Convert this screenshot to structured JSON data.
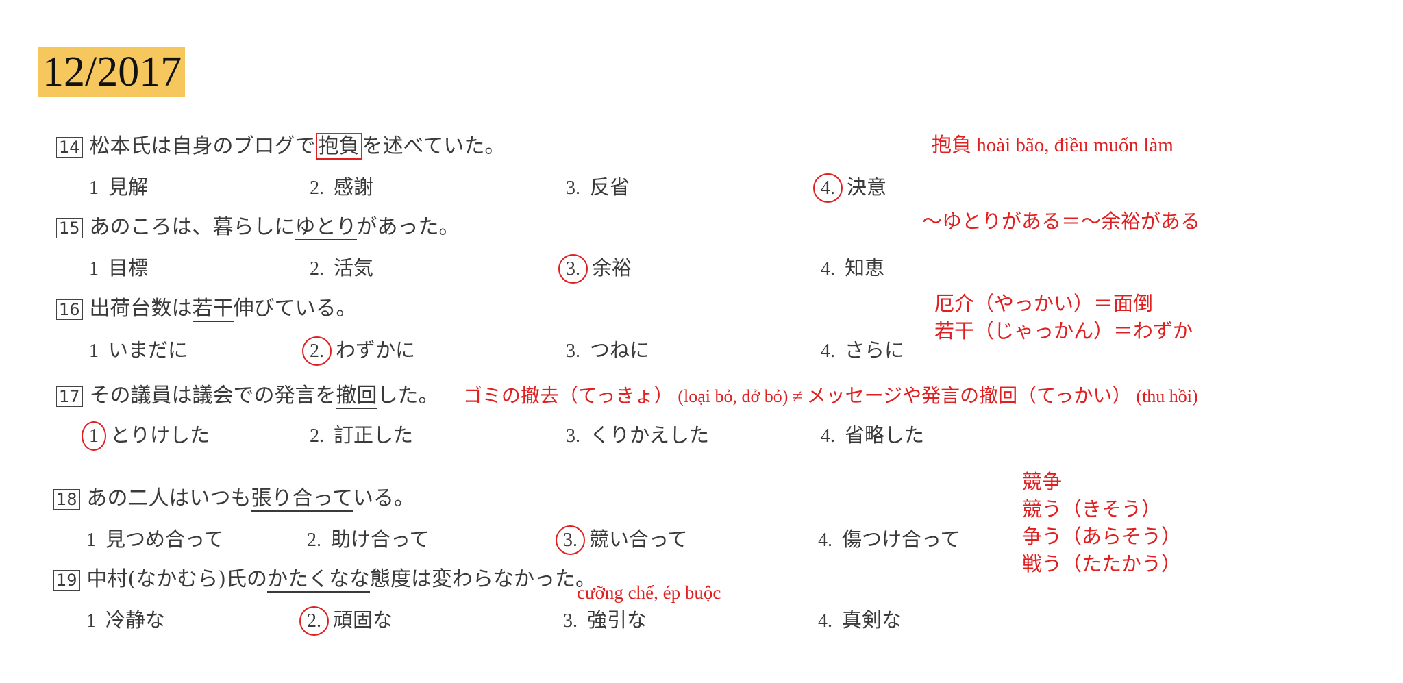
{
  "date_label": "12/2017",
  "questions": [
    {
      "num": "14",
      "pre": "松本氏は自身のブログで",
      "target": "抱負",
      "post": "を述べていた。",
      "options": [
        {
          "n": "1",
          "t": "見解"
        },
        {
          "n": "2.",
          "t": "感謝"
        },
        {
          "n": "3.",
          "t": "反省"
        },
        {
          "n": "4.",
          "t": "決意"
        }
      ]
    },
    {
      "num": "15",
      "pre": "あのころは、暮らしに",
      "target": "ゆとり",
      "post": "があった。",
      "options": [
        {
          "n": "1",
          "t": "目標"
        },
        {
          "n": "2.",
          "t": "活気"
        },
        {
          "n": "3.",
          "t": "余裕"
        },
        {
          "n": "4.",
          "t": "知恵"
        }
      ]
    },
    {
      "num": "16",
      "pre": "出荷台数は",
      "target": "若干",
      "post": "伸びている。",
      "options": [
        {
          "n": "1",
          "t": "いまだに"
        },
        {
          "n": "2.",
          "t": "わずかに"
        },
        {
          "n": "3.",
          "t": "つねに"
        },
        {
          "n": "4.",
          "t": "さらに"
        }
      ]
    },
    {
      "num": "17",
      "pre": "その議員は議会での発言を",
      "target": "撤回",
      "post": "した。",
      "options": [
        {
          "n": "1",
          "t": "とりけした"
        },
        {
          "n": "2.",
          "t": "訂正した"
        },
        {
          "n": "3.",
          "t": "くりかえした"
        },
        {
          "n": "4.",
          "t": "省略した"
        }
      ]
    },
    {
      "num": "18",
      "pre": "あの二人はいつも",
      "target": "張り合って",
      "post": "いる。",
      "options": [
        {
          "n": "1",
          "t": "見つめ合って"
        },
        {
          "n": "2.",
          "t": "助け合って"
        },
        {
          "n": "3.",
          "t": "競い合って"
        },
        {
          "n": "4.",
          "t": "傷つけ合って"
        }
      ]
    },
    {
      "num": "19",
      "pre": "中村(なかむら)氏の",
      "target": "かたくなな",
      "post": "態度は変わらなかった。",
      "options": [
        {
          "n": "1",
          "t": "冷静な"
        },
        {
          "n": "2.",
          "t": "頑固な"
        },
        {
          "n": "3.",
          "t": "強引な"
        },
        {
          "n": "4.",
          "t": "真剣な"
        }
      ]
    }
  ],
  "notes": {
    "n14": "抱負 hoài bão, điều muốn làm",
    "n15": "〜ゆとりがある＝〜余裕がある",
    "n16a": "厄介（やっかい）＝面倒",
    "n16b": "若干（じゃっかん）＝わずか",
    "n17a": "ゴミの撤去（てっきょ）",
    "n17b": "(loại bỏ, dở bỏ) ≠ ",
    "n17c": "メッセージや発言の撤回（てっかい）",
    "n17d": "(thu hồi)",
    "n18a": "競争",
    "n18b": "競う（きそう）",
    "n18c": "争う（あらそう）",
    "n18d": "戦う（たたかう）",
    "n19": "cưỡng chế, ép buộc"
  },
  "annotation_color": "#e02020",
  "highlight_color": "#f6c75c"
}
